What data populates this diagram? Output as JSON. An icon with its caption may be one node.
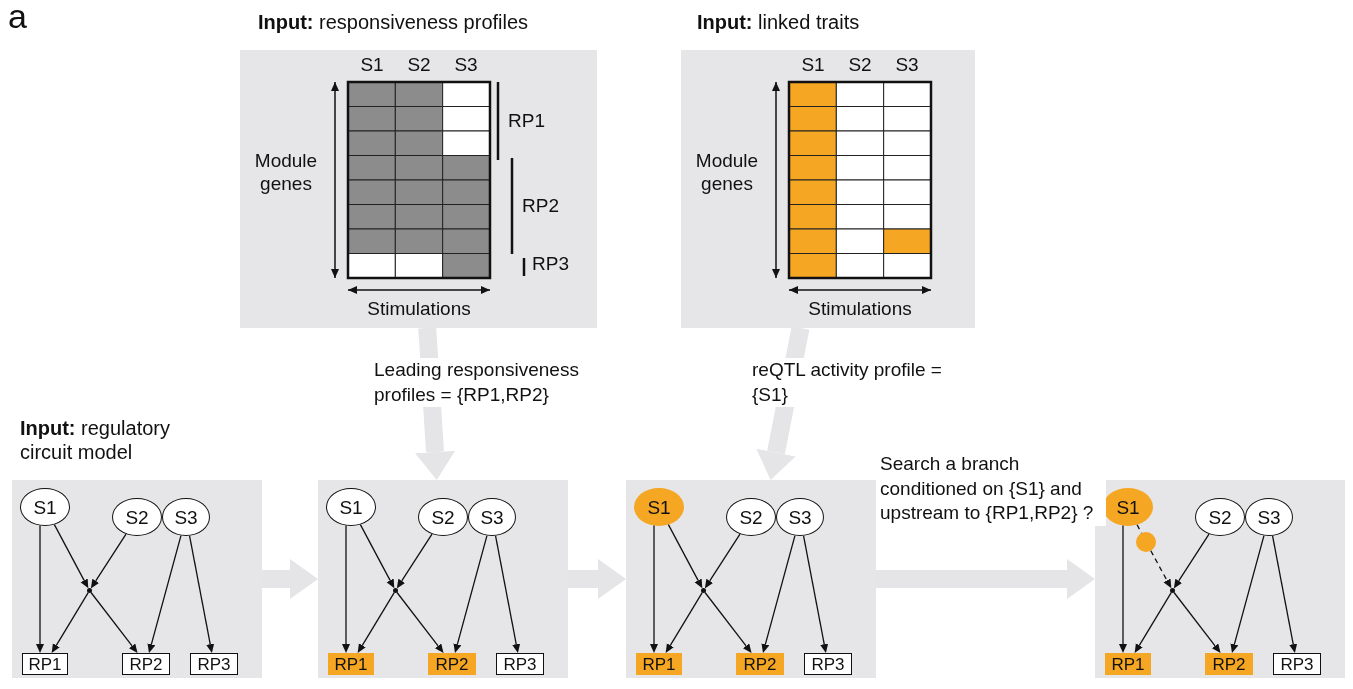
{
  "diagram": {
    "nodes": [
      {
        "text": [
          "**Input:** responsiveness profiles",
          "S1",
          "S2",
          "S3",
          "Module genes",
          "Stimulations",
          "RP1",
          "RP2",
          "RP3"
        ]
      },
      {
        "text": [
          "**Input:** linked traits",
          "S1",
          "S2",
          "S3",
          "Module genes",
          "Stimulations"
        ]
      },
      {
        "text": [
          "**Input:** regulatory circuit model"
        ]
      },
      {
        "text": [],
        "shape": "box"
      },
      {
        "text": [],
        "shape": "box"
      },
      {
        "text": [],
        "shape": "box"
      },
      {
        "text": [
          "S1"
        ],
        "in": 2
      },
      {
        "text": [
          "S2"
        ],
        "in": 2
      },
      {
        "text": [
          "S3"
        ],
        "in": 2
      },
      {
        "text": [],
        "shape": "point",
        "in": 2
      },
      {
        "text": [
          "RP1"
        ],
        "in": 2
      },
      {
        "text": [
          "RP2"
        ],
        "in": 2
      },
      {
        "text": [
          "RP3"
        ],
        "in": 2
      },
      {
        "text": [
          "S1"
        ],
        "in": 3
      },
      {
        "text": [
          "S2"
        ],
        "in": 3
      },
      {
        "text": [
          "S3"
        ],
        "in": 3
      },
      {
        "text": [],
        "shape": "point",
        "in": 3
      },
      {
        "text": [
          "RP1"
        ],
        "in": 3
      },
      {
        "text": [
          "RP2"
        ],
        "in": 3
      },
      {
        "text": [
          "RP3"
        ],
        "in": 3
      },
      {
        "text": [
          "S1"
        ],
        "in": 4
      },
      {
        "text": [
          "S2"
        ],
        "in": 4
      },
      {
        "text": [
          "S3"
        ],
        "in": 4
      },
      {
        "text": [],
        "shape": "point",
        "in": 4
      },
      {
        "text": [
          "RP1"
        ],
        "in": 4
      },
      {
        "text": [
          "RP2"
        ],
        "in": 4
      },
      {
        "text": [
          "RP3"
        ],
        "in": 4
      },
      {
        "text": [
          "S1"
        ],
        "in": 5
      },
      {
        "text": [
          "S2"
        ],
        "in": 5
      },
      {
        "text": [
          "S3"
        ],
        "in": 5
      },
      {
        "text": [],
        "shape": "circle",
        "in": 5
      },
      {
        "text": [],
        "shape": "point",
        "in": 5
      },
      {
        "text": [
          "RP1"
        ],
        "in": 5
      },
      {
        "text": [
          "RP2"
        ],
        "in": 5
      },
      {
        "text": [
          "RP3"
        ],
        "in": 5
      }
    ],
    "edges": [
      {
        "from": 0,
        "to": 3,
        "arrow": "to",
        "label": "Leading responsiveness profiles = {RP1,RP2}",
        "style": "thick",
        "color": "#e5e5e7"
      },
      {
        "from": 1,
        "to": 4,
        "arrow": "to",
        "label": "reQTL activity profile = {S1}",
        "style": "thick",
        "color": "#e5e5e7"
      },
      {
        "from": 2,
        "to": 3,
        "arrow": "to",
        "style": "thick",
        "color": "#e5e5e7"
      },
      {
        "from": 3,
        "to": 4,
        "arrow": "to",
        "style": "thick",
        "color": "#e5e5e7"
      },
      {
        "from": 4,
        "to": 5,
        "arrow": "to",
        "label": "Search a branch conditioned on {S1} and upstream to {RP1,RP2} ?",
        "style": "thick",
        "color": "#e5e5e7"
      },
      {
        "from": 6,
        "to": 10,
        "arrow": "to"
      },
      {
        "from": 6,
        "to": 9,
        "arrow": "to"
      },
      {
        "from": 7,
        "to": 9,
        "arrow": "to"
      },
      {
        "from": 9,
        "to": 10,
        "arrow": "to"
      },
      {
        "from": 9,
        "to": 11,
        "arrow": "to"
      },
      {
        "from": 8,
        "to": 11,
        "arrow": "to"
      },
      {
        "from": 8,
        "to": 12,
        "arrow": "to"
      },
      {
        "from": 13,
        "to": 17,
        "arrow": "to"
      },
      {
        "from": 13,
        "to": 16,
        "arrow": "to"
      },
      {
        "from": 14,
        "to": 16,
        "arrow": "to"
      },
      {
        "from": 16,
        "to": 17,
        "arrow": "to"
      },
      {
        "from": 16,
        "to": 18,
        "arrow": "to"
      },
      {
        "from": 15,
        "to": 18,
        "arrow": "to"
      },
      {
        "from": 15,
        "to": 19,
        "arrow": "to"
      },
      {
        "from": 20,
        "to": 24,
        "arrow": "to"
      },
      {
        "from": 20,
        "to": 23,
        "arrow": "to"
      },
      {
        "from": 21,
        "to": 23,
        "arrow": "to"
      },
      {
        "from": 23,
        "to": 24,
        "arrow": "to"
      },
      {
        "from": 23,
        "to": 25,
        "arrow": "to"
      },
      {
        "from": 22,
        "to": 25,
        "arrow": "to"
      },
      {
        "from": 22,
        "to": 26,
        "arrow": "to"
      },
      {
        "from": 27,
        "to": 32,
        "arrow": "to"
      },
      {
        "from": 27,
        "to": 30,
        "arrow": "none",
        "style": "dashed"
      },
      {
        "from": 30,
        "to": 31,
        "arrow": "to",
        "style": "dashed"
      },
      {
        "from": 28,
        "to": 31,
        "arrow": "to"
      },
      {
        "from": 31,
        "to": 32,
        "arrow": "to"
      },
      {
        "from": 31,
        "to": 33,
        "arrow": "to"
      },
      {
        "from": 29,
        "to": 33,
        "arrow": "to"
      },
      {
        "from": 29,
        "to": 34,
        "arrow": "to"
      }
    ],
    "labels": [
      "a"
    ]
  }
}
